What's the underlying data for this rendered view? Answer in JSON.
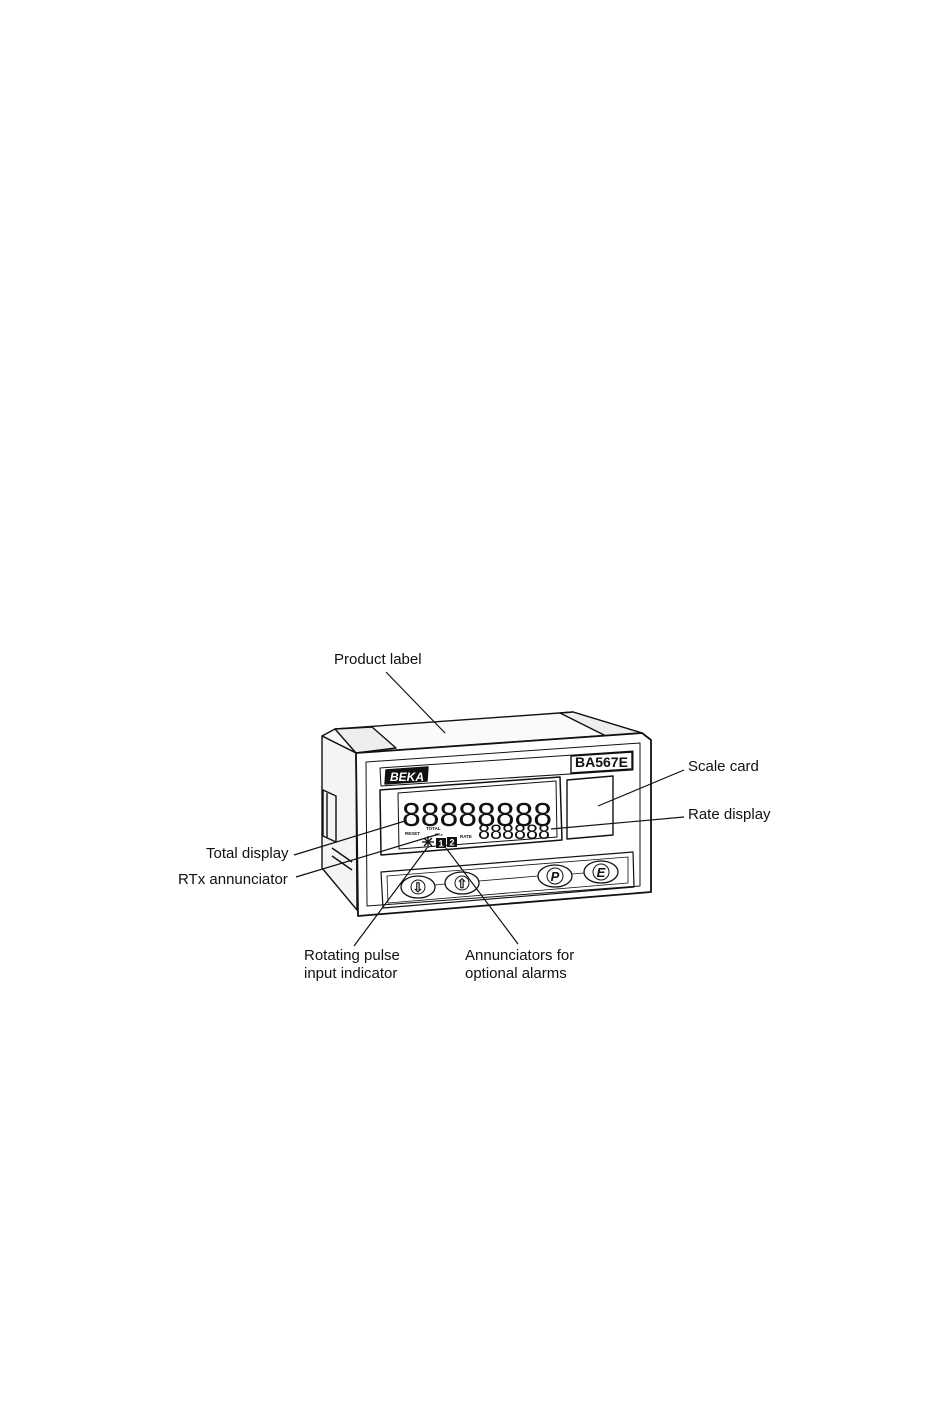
{
  "device": {
    "brand": "BEKA",
    "model": "BA567E",
    "total_digits": "88888888",
    "rate_digits": "888888",
    "small_labels": {
      "reset": "RESET",
      "total": "TOTAL",
      "rtx": "RTx",
      "rate": "RATE"
    },
    "alarm_annunciators": [
      "1",
      "2"
    ],
    "buttons": [
      {
        "name": "down-button",
        "symbol": "⇩"
      },
      {
        "name": "up-button",
        "symbol": "⇧"
      },
      {
        "name": "p-button",
        "symbol": "P"
      },
      {
        "name": "e-button",
        "symbol": "E"
      }
    ]
  },
  "callouts": {
    "product_label": "Product label",
    "scale_card": "Scale card",
    "rate_display": "Rate display",
    "total_display": "Total display",
    "rtx_annunciator": "RTx annunciator",
    "rotating_pulse_line1": "Rotating pulse",
    "rotating_pulse_line2": "input indicator",
    "alarms_line1": "Annunciators for",
    "alarms_line2": "optional alarms"
  }
}
